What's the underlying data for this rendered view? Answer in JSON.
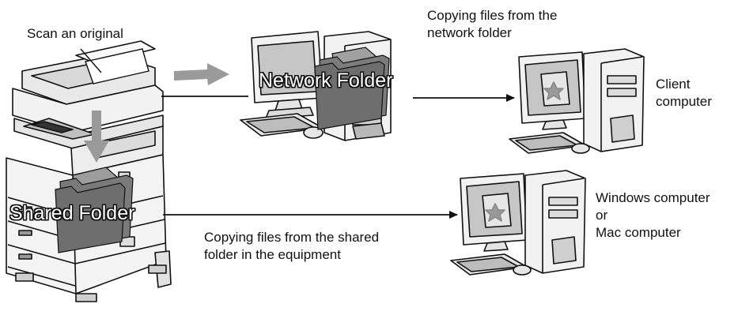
{
  "labels": {
    "scan_original": "Scan an original",
    "copy_network_line1": "Copying files from the",
    "copy_network_line2": "network folder",
    "client_line1": "Client",
    "client_line2": "computer",
    "network_folder": "Network Folder",
    "shared_folder": "Shared Folder",
    "copy_shared_line1": "Copying files from the shared",
    "copy_shared_line2": "folder in the equipment",
    "win_line1": "Windows computer",
    "win_line2": "or",
    "win_line3": "Mac computer"
  },
  "colors": {
    "arrow_gray": "#9a9a9a",
    "folder_gray": "#777777",
    "line": "#111111",
    "body_light": "#f0f0f0",
    "screen_gray": "#bdbdbd"
  }
}
